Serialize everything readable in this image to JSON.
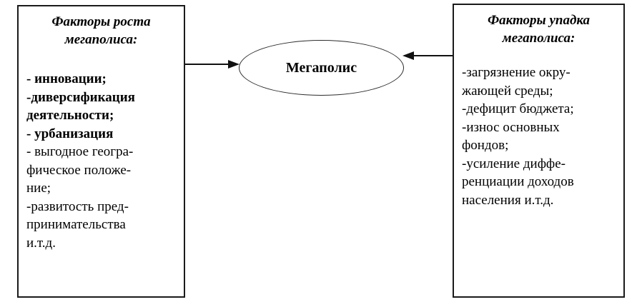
{
  "diagram": {
    "center": {
      "label": "Мегаполис",
      "shape": "ellipse"
    },
    "growth_box": {
      "header_line_1": "Факторы роста",
      "header_line_2": "мегаполиса:",
      "lines": [
        {
          "text": "- инновации;",
          "bold": true
        },
        {
          "text": "-диверсификация",
          "bold": true
        },
        {
          "text": "деятельности;",
          "bold": true
        },
        {
          "text": "- урбанизация",
          "bold": true
        },
        {
          "text": "- выгодное геогра-",
          "bold": false
        },
        {
          "text": "фическое положе-",
          "bold": false
        },
        {
          "text": "ние;",
          "bold": false
        },
        {
          "text": "-развитость пред-",
          "bold": false
        },
        {
          "text": "принимательства",
          "bold": false
        },
        {
          "text": "и.т.д.",
          "bold": false
        }
      ]
    },
    "decline_box": {
      "header_line_1": "Факторы упадка",
      "header_line_2": "мегаполиса:",
      "lines": [
        {
          "text": "-загрязнение окру-",
          "bold": false
        },
        {
          "text": "жающей среды;",
          "bold": false
        },
        {
          "text": "-дефицит бюджета;",
          "bold": false
        },
        {
          "text": "-износ основных",
          "bold": false
        },
        {
          "text": "фондов;",
          "bold": false
        },
        {
          "text": "-усиление диффе-",
          "bold": false
        },
        {
          "text": "ренциации доходов",
          "bold": false
        },
        {
          "text": "населения и.т.д.",
          "bold": false
        }
      ]
    },
    "arrows": [
      {
        "name": "arrow-growth-to-megapolis",
        "direction": "right"
      },
      {
        "name": "arrow-decline-to-megapolis",
        "direction": "left"
      }
    ],
    "colors": {
      "border": "#1a1a1a",
      "text": "#000000",
      "background": "#ffffff",
      "arrow": "#111111"
    }
  }
}
